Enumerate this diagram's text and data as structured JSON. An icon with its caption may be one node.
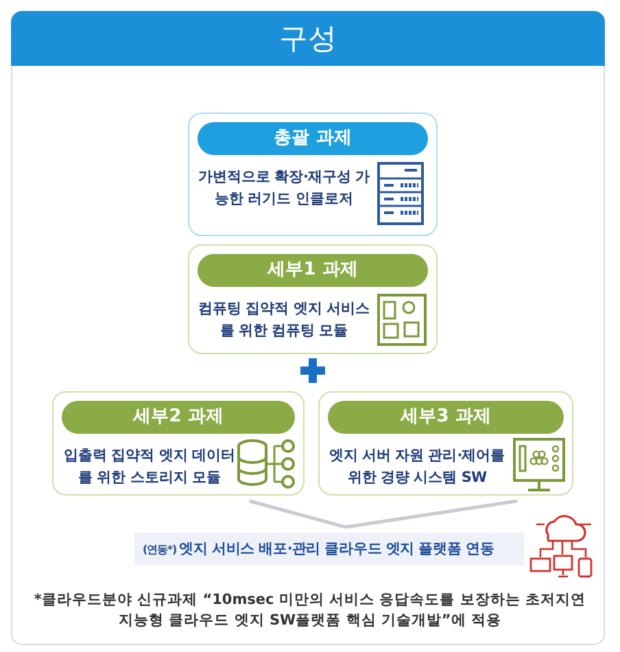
{
  "diagram": {
    "title": "구성",
    "nodes": [
      {
        "text": [
          "총괄 과제",
          "가변적으로 확장·재구성 가능한 러기드 인클로저"
        ]
      },
      {
        "text": [
          "세부1 과제",
          "컴퓨팅 집약적 엣지 서비스를 위한 컴퓨팅 모듈"
        ]
      },
      {
        "text": [
          "세부2 과제",
          "입출력 집약적 엣지 데이터를 위한 스토리지 모듈"
        ]
      },
      {
        "text": [
          "세부3 과제",
          "엣지 서버 자원 관리·제어를 위한 경량 시스템 SW"
        ]
      },
      {
        "text": [
          "(연동*)",
          "엣지 서비스 배포·관리 클라우드 엣지 플랫폼 연동"
        ]
      }
    ],
    "edges": [
      {
        "from": 2,
        "to": 4,
        "arrow": "none",
        "color": "#c8ccd2"
      },
      {
        "from": 3,
        "to": 4,
        "arrow": "none",
        "color": "#c8ccd2"
      }
    ],
    "caption": "*클라우드분야 신규과제 “10msec 미만의 서비스 응답속도를 보장하는 초저지연 지능형 클라우드 엣지 SW플랫폼 핵심 기술개발”에 적용"
  }
}
